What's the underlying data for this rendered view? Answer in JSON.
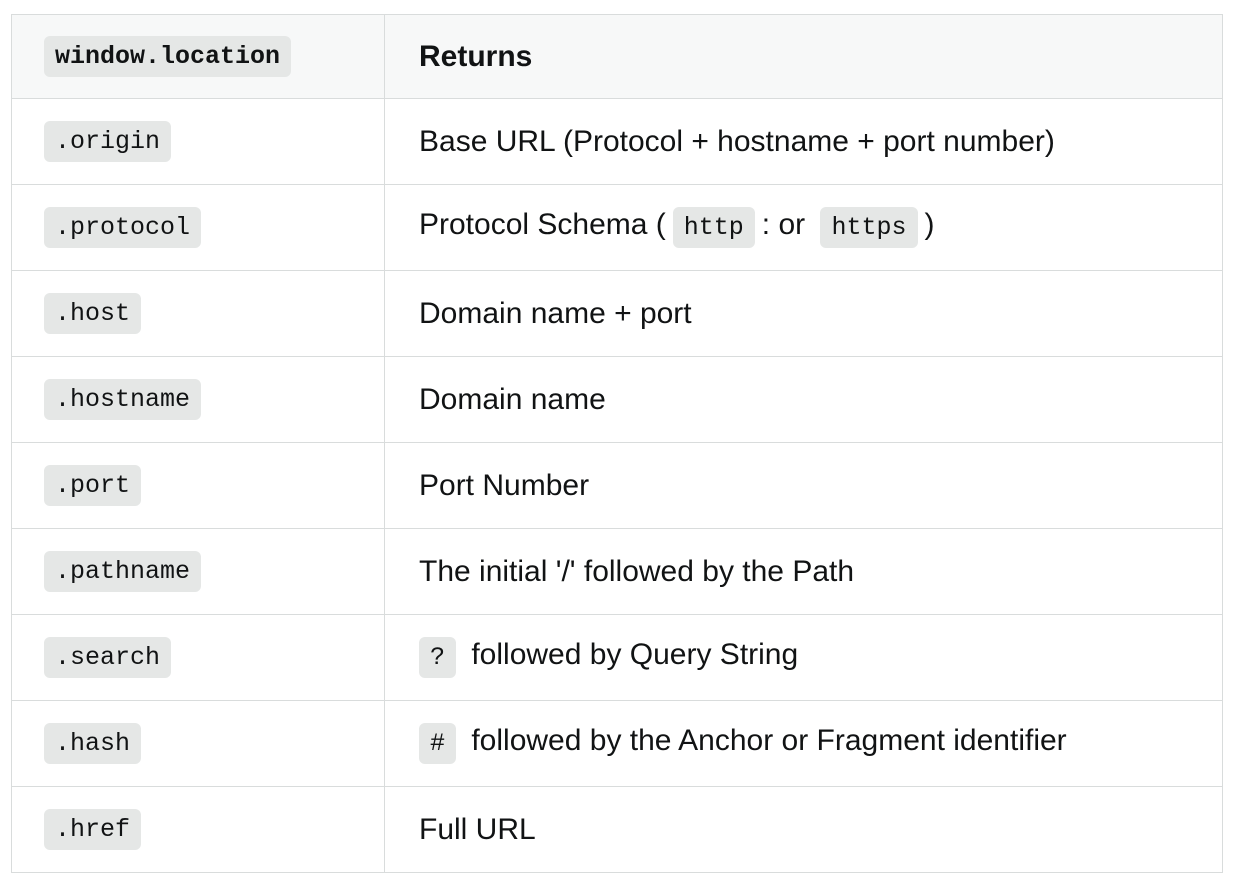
{
  "theme": {
    "page_bg": "#ffffff",
    "text_color": "#111314",
    "border_color": "#d9dcdc",
    "header_bg": "#f7f8f8",
    "code_bg": "#e5e7e6"
  },
  "table": {
    "header": {
      "property_label": "window.location",
      "returns_label": "Returns"
    },
    "rows": [
      {
        "property": ".origin",
        "returns": [
          {
            "t": "text",
            "v": "Base URL (Protocol + hostname + port number)"
          }
        ]
      },
      {
        "property": ".protocol",
        "returns": [
          {
            "t": "text",
            "v": "Protocol Schema ("
          },
          {
            "t": "code",
            "v": "http"
          },
          {
            "t": "text",
            "v": ": or "
          },
          {
            "t": "code",
            "v": "https"
          },
          {
            "t": "text",
            "v": ")"
          }
        ]
      },
      {
        "property": ".host",
        "returns": [
          {
            "t": "text",
            "v": "Domain name + port"
          }
        ]
      },
      {
        "property": ".hostname",
        "returns": [
          {
            "t": "text",
            "v": "Domain name"
          }
        ]
      },
      {
        "property": ".port",
        "returns": [
          {
            "t": "text",
            "v": "Port Number"
          }
        ]
      },
      {
        "property": ".pathname",
        "returns": [
          {
            "t": "text",
            "v": "The initial '/' followed by the Path"
          }
        ]
      },
      {
        "property": ".search",
        "returns": [
          {
            "t": "code",
            "v": "?"
          },
          {
            "t": "text",
            "v": " followed by Query String"
          }
        ]
      },
      {
        "property": ".hash",
        "returns": [
          {
            "t": "code",
            "v": "#"
          },
          {
            "t": "text",
            "v": " followed by the Anchor or Fragment identifier"
          }
        ]
      },
      {
        "property": ".href",
        "returns": [
          {
            "t": "text",
            "v": "Full URL"
          }
        ]
      }
    ]
  }
}
